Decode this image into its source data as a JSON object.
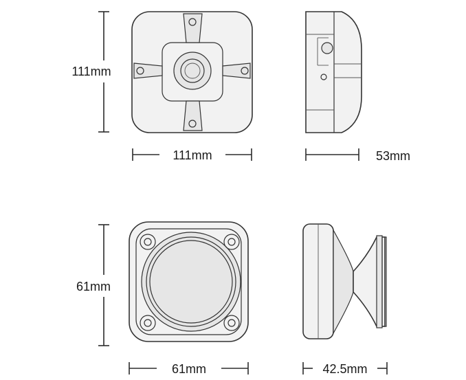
{
  "dimensions": {
    "top_height": "111mm",
    "top_width": "111mm",
    "side_depth": "53mm",
    "bottom_height": "61mm",
    "bottom_width": "61mm",
    "bottom_depth": "42.5mm"
  }
}
